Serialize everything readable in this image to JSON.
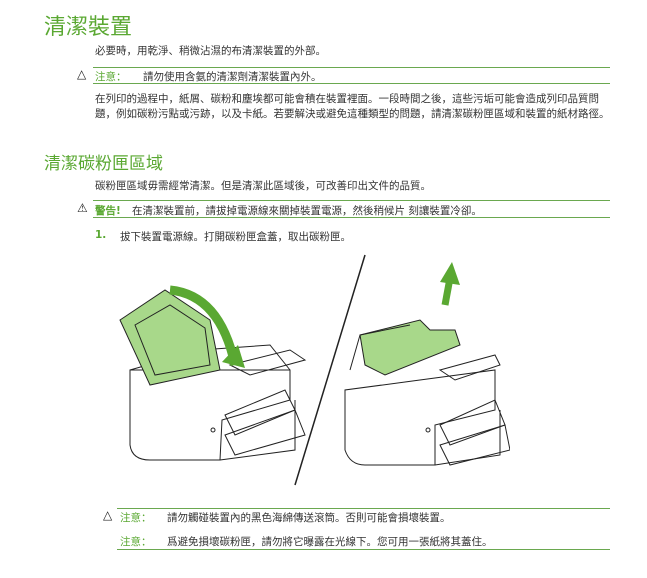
{
  "section1": {
    "title": "清潔裝置",
    "intro": "必要時，用乾淨、稍微沾濕的布清潔裝置的外部。",
    "caution": {
      "label": "注意：",
      "text": "請勿使用含氨的清潔劑清潔裝置內外。"
    },
    "paragraph": "在列印的過程中，紙屑、碳粉和塵埃都可能會積在裝置裡面。一段時間之後，這些污垢可能會造成列印品質問題，例如碳粉污點或污跡，以及卡紙。若要解決或避免這種類型的問題，請清潔碳粉匣區域和裝置的紙材路徑。"
  },
  "section2": {
    "title": "清潔碳粉匣區域",
    "intro": "碳粉匣區域毋需經常清潔。但是清潔此區域後，可改善印出文件的品質。",
    "warning": {
      "label": "警告!",
      "text": "在清潔裝置前，請拔掉電源線來關掉裝置電源，然後稍候片 刻讓裝置冷卻。"
    },
    "step1": {
      "number": "1.",
      "text": "拔下裝置電源線。打開碳粉匣盒蓋，取出碳粉匣。"
    },
    "cautions": [
      {
        "label": "注意：",
        "text": "請勿觸碰裝置內的黑色海綿傳送滾筒。否則可能會損壞裝置。"
      },
      {
        "label": "注意：",
        "text": "爲避免損壞碳粉匣，請勿將它曝露在光線下。您可用一張紙將其蓋住。"
      }
    ]
  },
  "colors": {
    "accent": "#5aa832",
    "highlight": "#a8d88a"
  }
}
